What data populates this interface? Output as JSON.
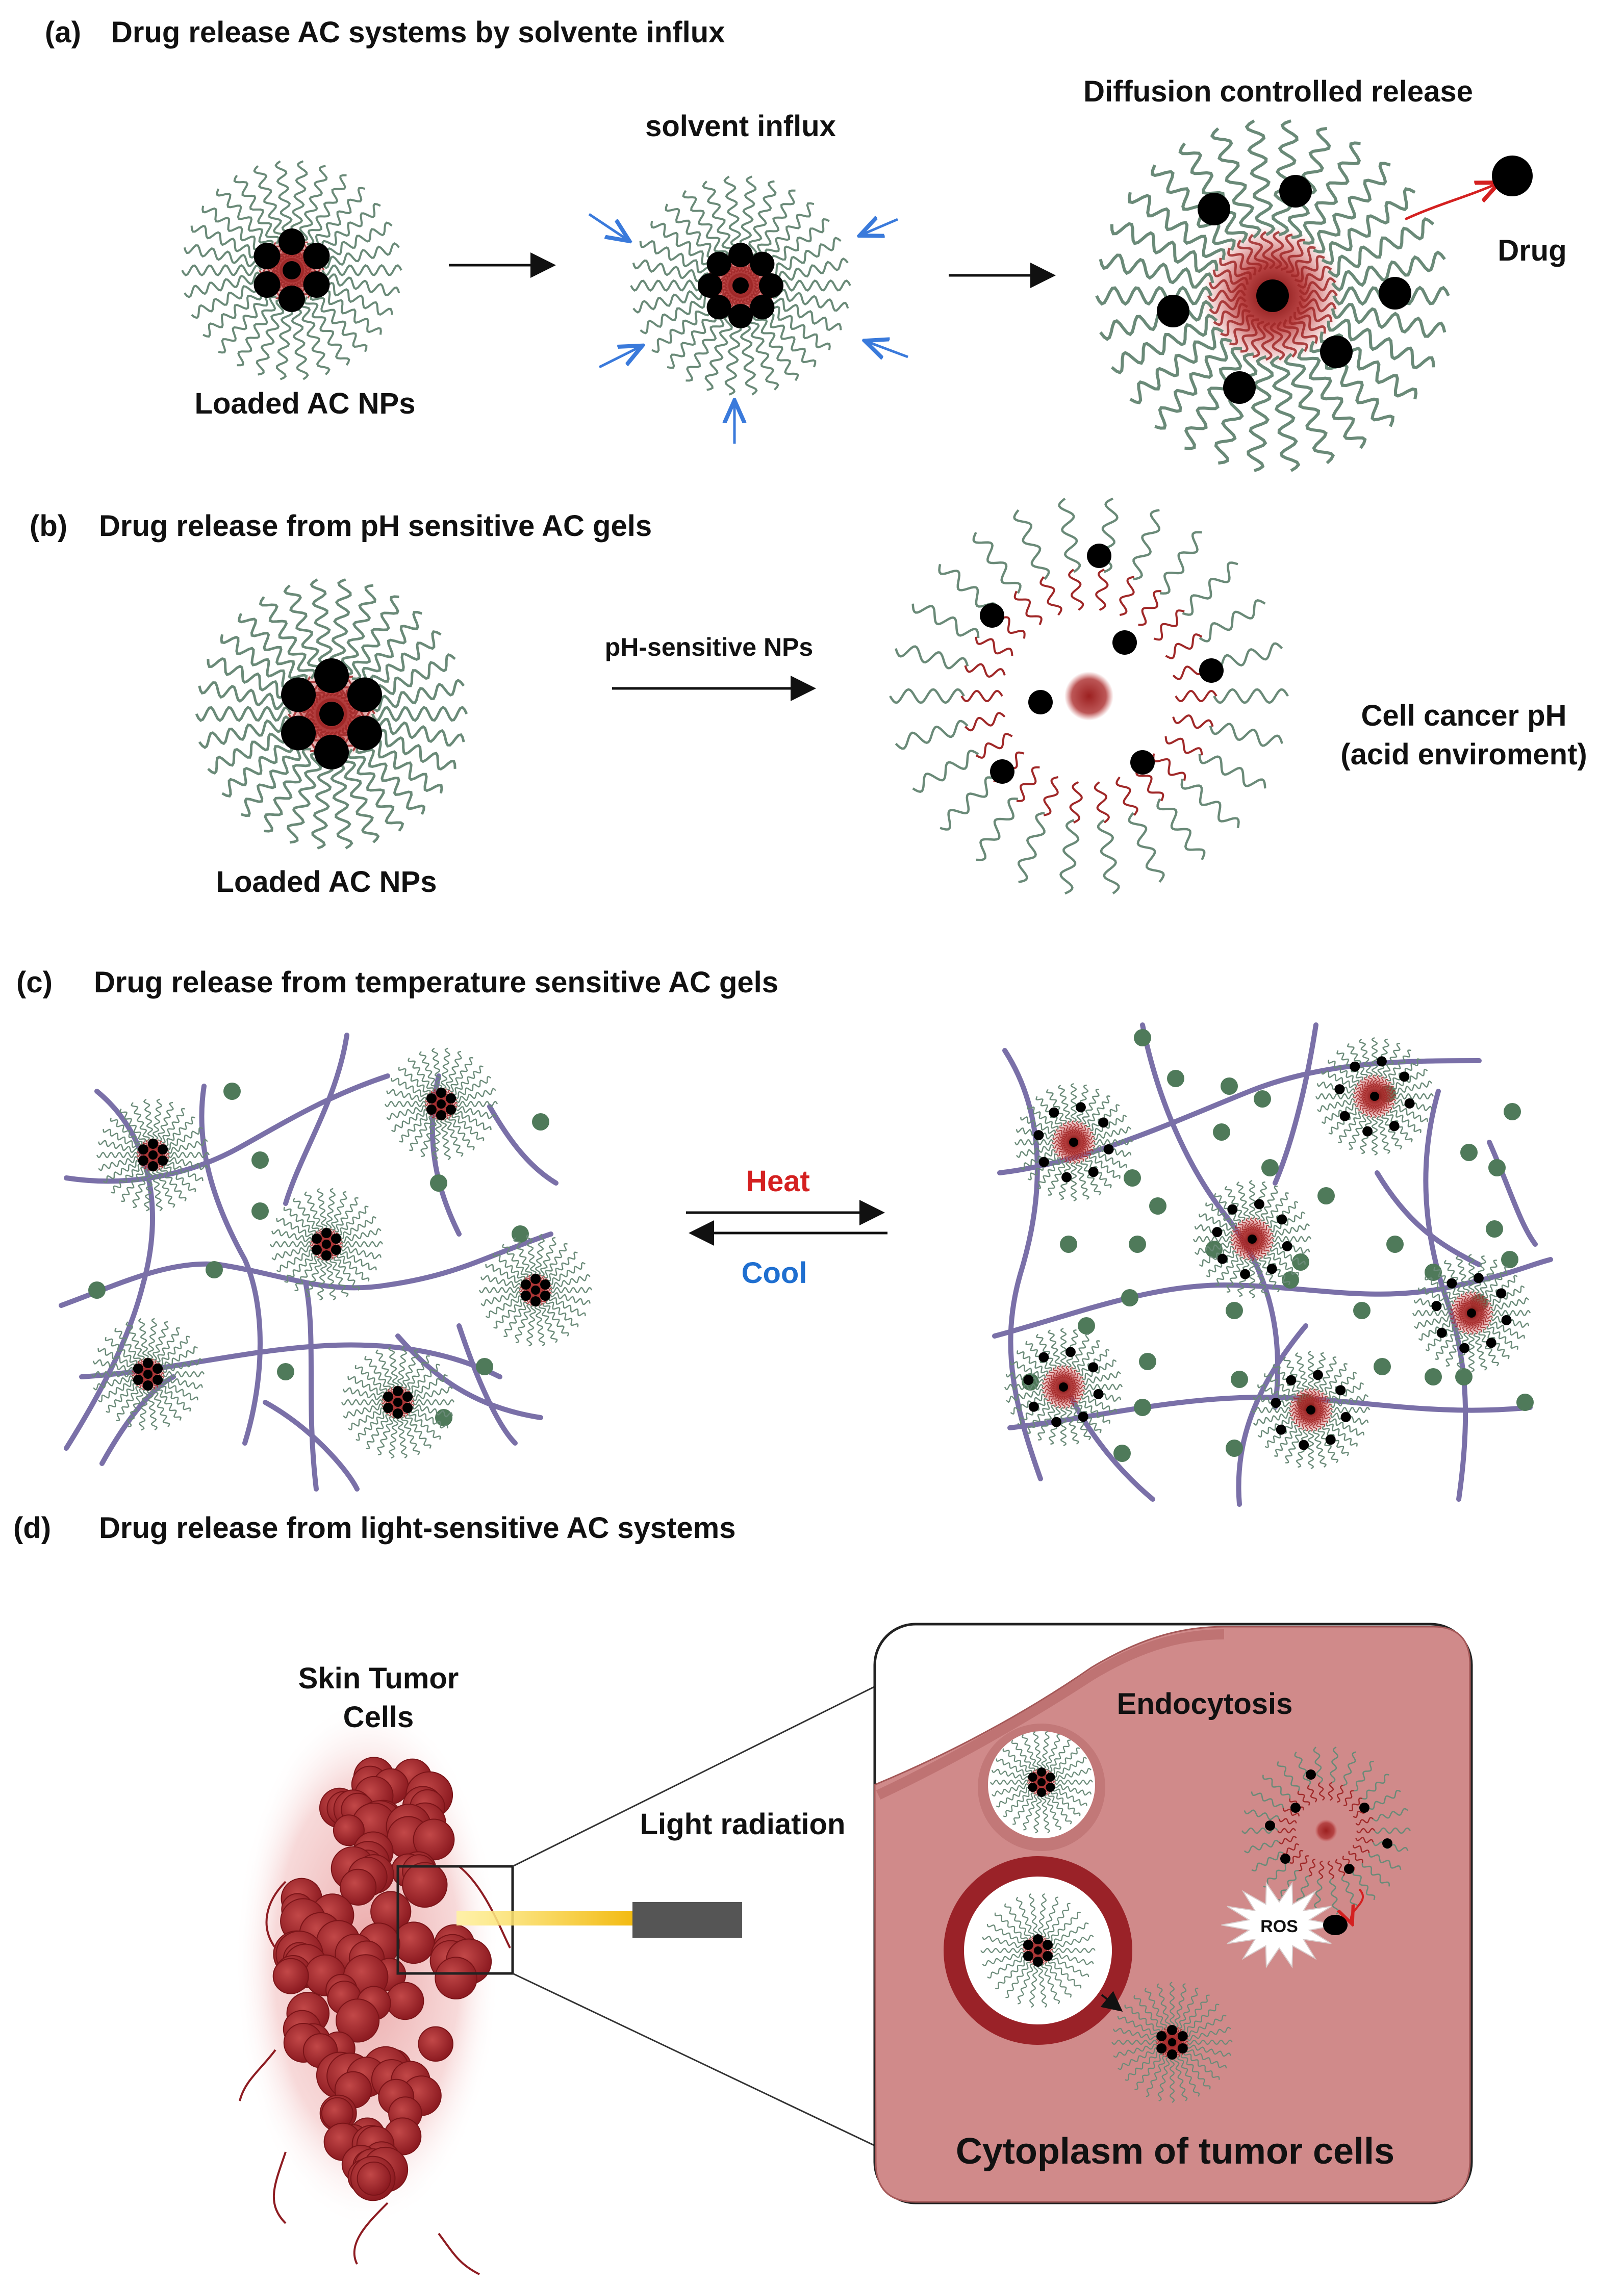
{
  "panels": {
    "a": {
      "letter": "(a)",
      "title": "Drug release AC systems by solvente influx",
      "label_loaded": "Loaded AC NPs",
      "label_solvent": "solvent influx",
      "label_diffusion": "Diffusion controlled release",
      "label_drug": "Drug"
    },
    "b": {
      "letter": "(b)",
      "title": "Drug release from pH sensitive AC gels",
      "label_loaded": "Loaded AC NPs",
      "label_arrow": "pH-sensitive NPs",
      "label_env_1": "Cell cancer pH",
      "label_env_2": "(acid enviroment)"
    },
    "c": {
      "letter": "(c)",
      "title": "Drug release from temperature sensitive AC gels",
      "label_heat": "Heat",
      "label_cool": "Cool"
    },
    "d": {
      "letter": "(d)",
      "title": "Drug release from light-sensitive AC systems",
      "label_tumor_1": "Skin Tumor",
      "label_tumor_2": "Cells",
      "label_light": "Light radiation",
      "label_endocytosis": "Endocytosis",
      "label_ros": "ROS",
      "label_cytoplasm": "Cytoplasm of tumor cells"
    }
  },
  "colors": {
    "chain": "#6a8a78",
    "core": "#a02828",
    "drug": "#000000",
    "network": "#7a70a8",
    "green_dot": "#4f7a5a",
    "heat": "#d42020",
    "cool": "#1f6fd0",
    "solvent_arrow": "#3a7adb",
    "cell_fill": "#d08a8a",
    "tumor": "#a8282c",
    "light_beam": "#f5c518",
    "device": "#555555"
  }
}
